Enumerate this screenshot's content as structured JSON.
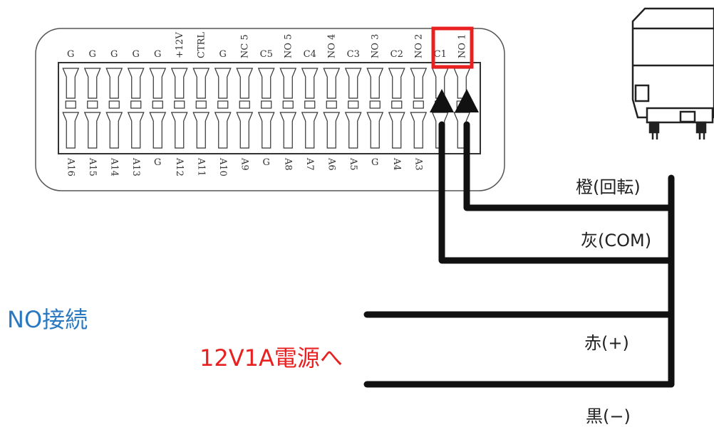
{
  "colors": {
    "note_blue": "#2a79c0",
    "note_red": "#e8201f",
    "highlight": "#e8201f",
    "wire": "#111111",
    "outline": "#555555"
  },
  "terminal_block": {
    "top_labels": [
      "G",
      "G",
      "G",
      "G",
      "G",
      "+12V",
      "CTRL",
      "G",
      "NC 5",
      "C5",
      "NO 5",
      "C4",
      "NO 4",
      "C3",
      "NO 3",
      "C2",
      "NO 2",
      "C1",
      "NO 1"
    ],
    "bottom_labels": [
      "A16",
      "A15",
      "A14",
      "A13",
      "G",
      "A12",
      "A11",
      "A10",
      "A9",
      "G",
      "A8",
      "A7",
      "A6",
      "A5",
      "G",
      "A4",
      "A3",
      "",
      ""
    ],
    "highlighted_terminals": [
      "C1",
      "NO 1"
    ]
  },
  "wires": {
    "orange": "橙(回転)",
    "gray": "灰(COM)",
    "red": "赤(+)",
    "black": "黒(−)"
  },
  "notes": {
    "connection": "NO接続",
    "power": "12V1A電源へ"
  },
  "icons": {
    "device": "siren-light-icon",
    "arrows": "arrow-up-icon"
  }
}
